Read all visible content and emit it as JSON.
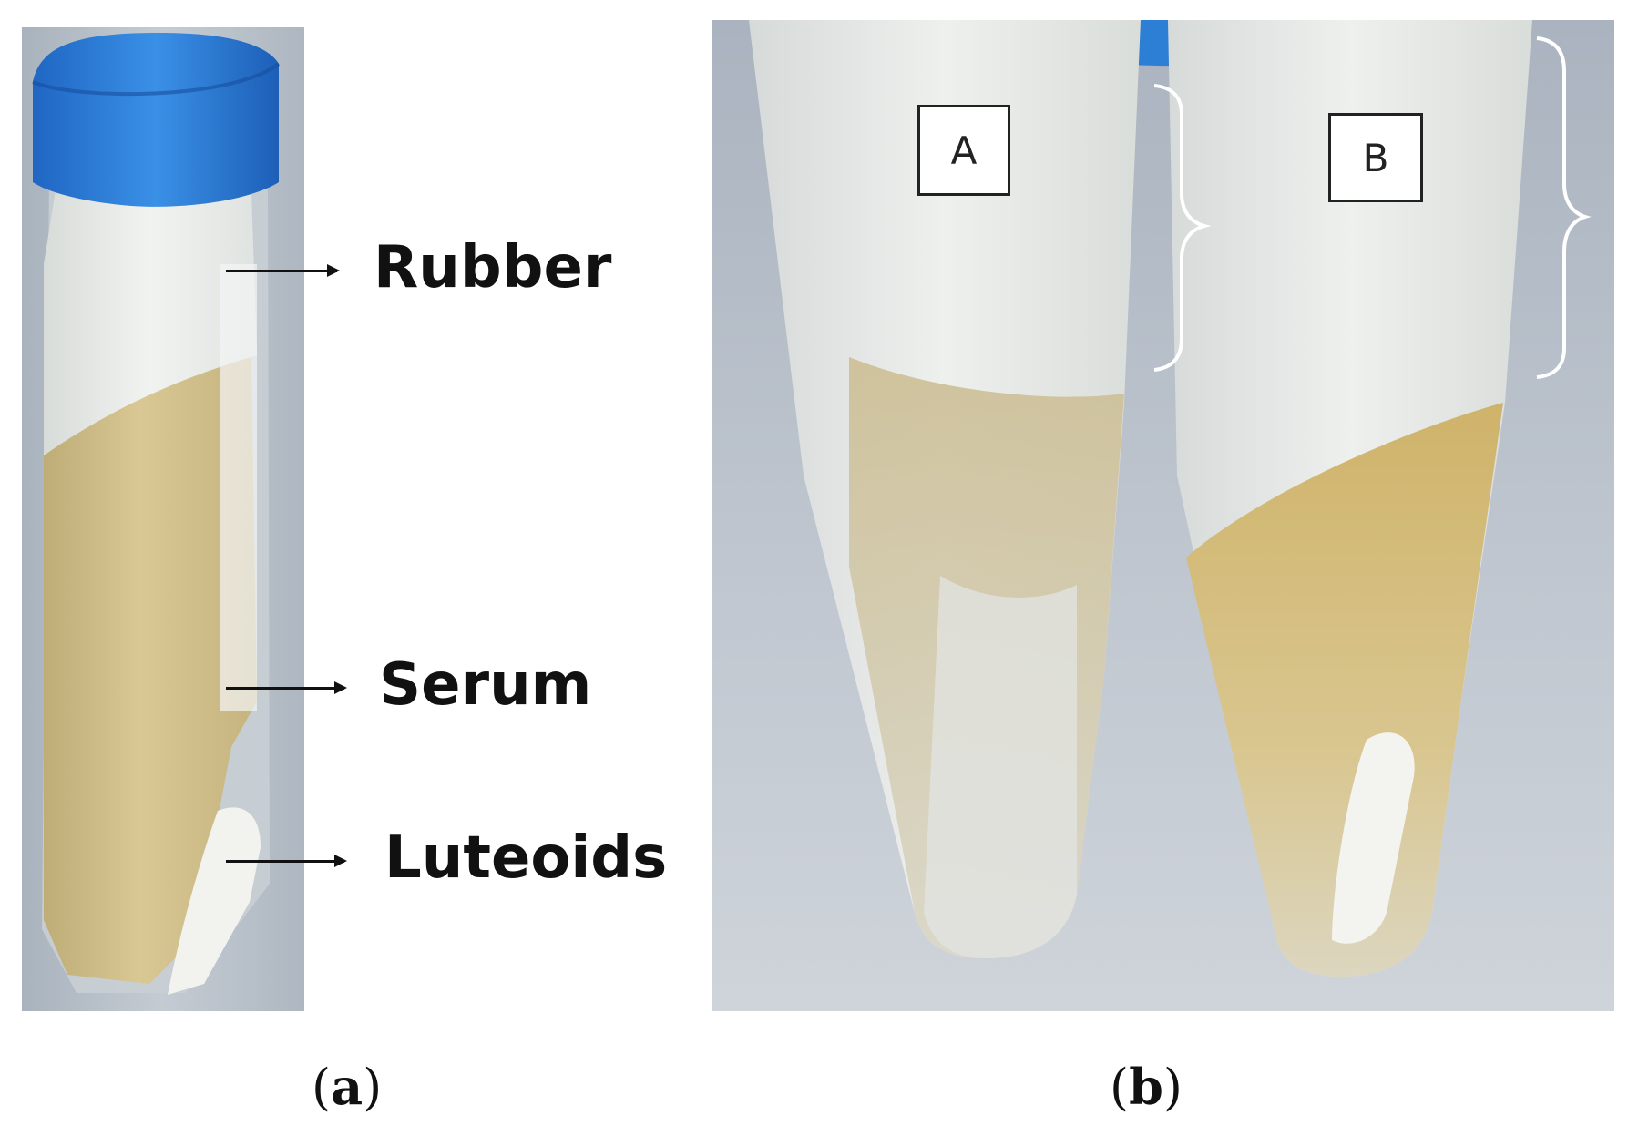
{
  "panel_a": {
    "labels": {
      "rubber": "Rubber",
      "serum": "Serum",
      "luteoids": "Luteoids"
    },
    "caption": {
      "open": "(",
      "letter": "a",
      "close": ")"
    }
  },
  "panel_b": {
    "tube_labels": {
      "a": "A",
      "b": "B"
    },
    "caption": {
      "open": "(",
      "letter": "b",
      "close": ")"
    }
  },
  "colors": {
    "cap_blue": "#2b7fd8",
    "rubber_white": "#e9ece9",
    "serum_yellow": "#d6c28c",
    "luteoid_white": "#f3f3ef",
    "background_gray": "#b9c0c9"
  }
}
